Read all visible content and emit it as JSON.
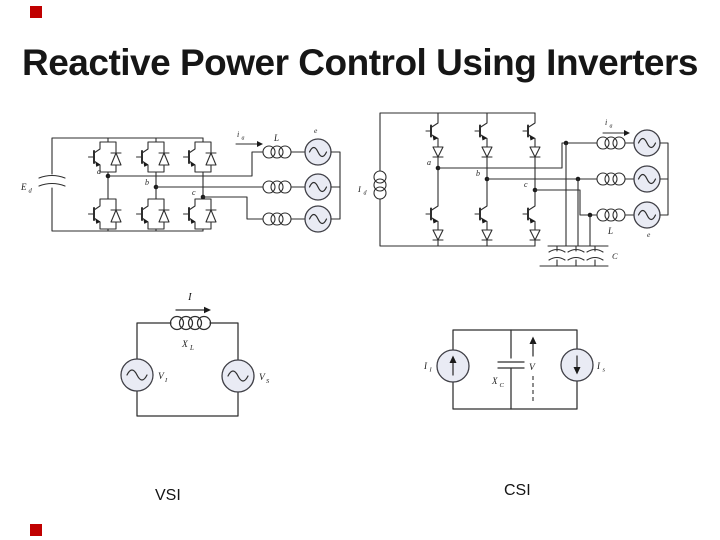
{
  "slide": {
    "title": "Reactive Power Control Using Inverters",
    "accent_color": "#C00000"
  },
  "top_left_circuit": {
    "description": "voltage-source inverter three-phase bridge",
    "dc_source": {
      "base": "E",
      "sub": "d"
    },
    "phases": [
      "a",
      "b",
      "c"
    ],
    "line_current": {
      "base": "i",
      "sub": "a"
    },
    "inductor": "L",
    "ac_source": "e"
  },
  "top_right_circuit": {
    "description": "current-source inverter three-phase bridge",
    "dc_source": {
      "base": "I",
      "sub": "d"
    },
    "phases": [
      "a",
      "b",
      "c"
    ],
    "line_current": {
      "base": "i",
      "sub": "a"
    },
    "inductor": "L",
    "ac_source": "e",
    "capacitor": "C"
  },
  "bottom_left_circuit": {
    "caption": "VSI",
    "current": "I",
    "reactance": {
      "base": "X",
      "sub": "L"
    },
    "left_source": {
      "base": "V",
      "sub": "I"
    },
    "right_source": {
      "base": "V",
      "sub": "S"
    }
  },
  "bottom_right_circuit": {
    "caption": "CSI",
    "left_source": {
      "base": "I",
      "sub": "I"
    },
    "capacitor": {
      "base": "X",
      "sub": "C"
    },
    "voltage": "V",
    "right_source": {
      "base": "I",
      "sub": "s"
    }
  }
}
